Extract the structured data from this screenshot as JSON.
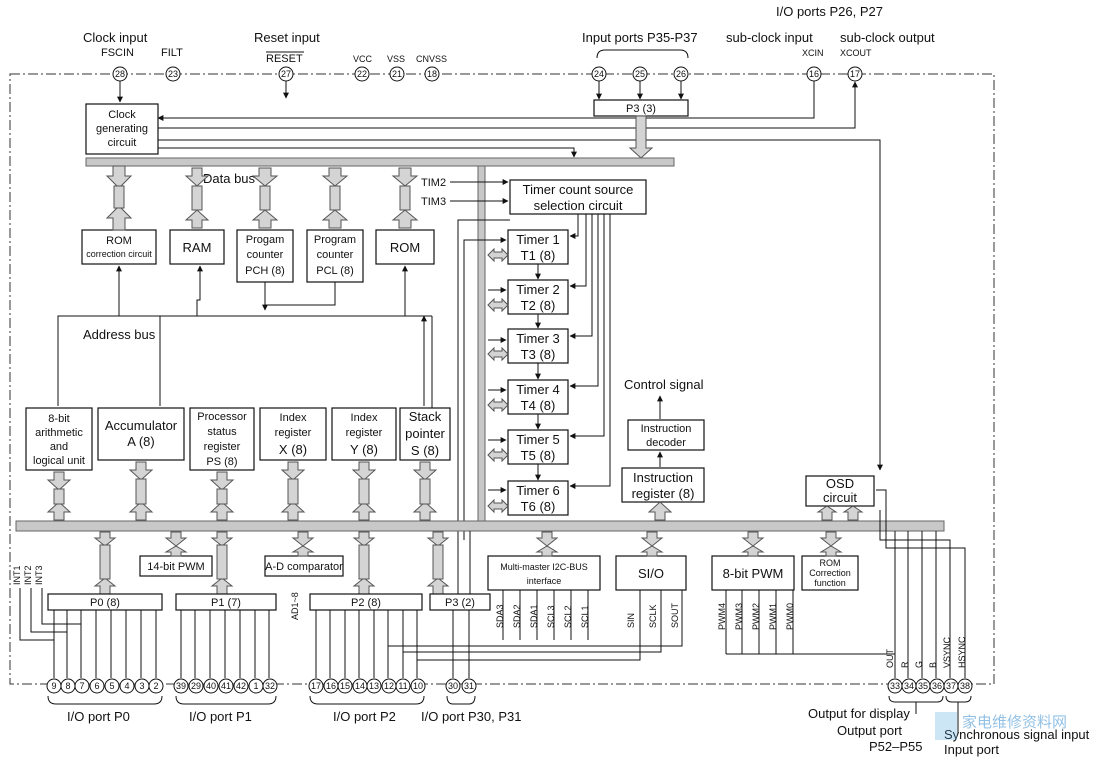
{
  "top_labels": {
    "clock_input": "Clock input",
    "fscin": "FSCIN",
    "filt": "FILT",
    "reset_input": "Reset input",
    "reset": "RESET",
    "vcc": "VCC",
    "vss": "VSS",
    "cnvss": "CNVSS",
    "input_ports": "Input ports P35-P37",
    "sub_clock_input": "sub-clock input",
    "io_ports_p26_p27": "I/O ports P26, P27",
    "sub_clock_output": "sub-clock output",
    "xcin": "XCIN",
    "xcout": "XCOUT"
  },
  "top_pins": {
    "fscin": "28",
    "filt": "23",
    "reset": "27",
    "vcc": "22",
    "vss": "21",
    "cnvss": "18",
    "p35": "24",
    "p36": "25",
    "p37": "26",
    "xcin": "16",
    "xcout": "17"
  },
  "blocks": {
    "clock_gen": [
      "Clock",
      "generating",
      "circuit"
    ],
    "p3_3": "P3 (3)",
    "data_bus": "Data bus",
    "address_bus": "Address bus",
    "rom_corr": [
      "ROM",
      "correction circuit"
    ],
    "ram": "RAM",
    "pch": [
      "Progam",
      "counter",
      "PCH (8)"
    ],
    "pcl": [
      "Program",
      "counter",
      "PCL (8)"
    ],
    "rom": "ROM",
    "tim2": "TIM2",
    "tim3": "TIM3",
    "timer_src": [
      "Timer count source",
      "selection circuit"
    ],
    "timers": [
      [
        "Timer 1",
        "T1 (8)"
      ],
      [
        "Timer 2",
        "T2 (8)"
      ],
      [
        "Timer 3",
        "T3 (8)"
      ],
      [
        "Timer 4",
        "T4 (8)"
      ],
      [
        "Timer 5",
        "T5 (8)"
      ],
      [
        "Timer 6",
        "T6 (8)"
      ]
    ],
    "alu": [
      "8-bit",
      "arithmetic",
      "and",
      "logical unit"
    ],
    "acc": [
      "Accumulator",
      "A (8)"
    ],
    "ps": [
      "Processor",
      "status",
      "register",
      "PS (8)"
    ],
    "x": [
      "Index",
      "register",
      "X (8)"
    ],
    "y": [
      "Index",
      "register",
      "Y (8)"
    ],
    "sp": [
      "Stack",
      "pointer",
      "S (8)"
    ],
    "control_signal": "Control signal",
    "inst_dec": [
      "Instruction",
      "decoder"
    ],
    "inst_reg": [
      "Instruction",
      "register (8)"
    ],
    "osd": [
      "OSD",
      "circuit"
    ],
    "pwm14": "14-bit PWM",
    "adc": "A-D comparator",
    "i2c": [
      "Multi-master I2C-BUS",
      "interface"
    ],
    "sio": "SI/O",
    "pwm8": "8-bit PWM",
    "rom_corr_func": [
      "ROM",
      "Correction",
      "function"
    ],
    "p0": "P0 (8)",
    "p1": "P1 (7)",
    "p2": "P2 (8)",
    "p3_2": "P3 (2)",
    "ad18": "AD1~8"
  },
  "vertical_labels": {
    "int": [
      "INT1",
      "INT2",
      "INT3"
    ],
    "i2c": [
      "SDA3",
      "SDA2",
      "SDA1",
      "SCL3",
      "SCL2",
      "SCL1"
    ],
    "sio": [
      "SIN",
      "SCLK",
      "SOUT"
    ],
    "pwm": [
      "PWM4",
      "PWM3",
      "PWM2",
      "PWM1",
      "PWM0"
    ],
    "osd": [
      "OUT",
      "R",
      "G",
      "B",
      "VSYNC",
      "HSYNC"
    ]
  },
  "bottom_pins": {
    "p0": [
      "9",
      "8",
      "7",
      "6",
      "5",
      "4",
      "3",
      "2"
    ],
    "p1": [
      "39",
      "29",
      "40",
      "41",
      "42",
      "1",
      "32"
    ],
    "p2": [
      "17",
      "16",
      "15",
      "14",
      "13",
      "12",
      "11",
      "10"
    ],
    "p3": [
      "30",
      "31"
    ],
    "out": [
      "33",
      "34",
      "35",
      "36",
      "37",
      "38"
    ]
  },
  "bottom_labels": {
    "p0": "I/O port P0",
    "p1": "I/O port P1",
    "p2": "I/O port P2",
    "p3": "I/O port P30, P31",
    "output_display": "Output for display",
    "output_port": "Output port",
    "p52_p55": "P52–P55",
    "sync_input": "Synchronous signal input",
    "input_port": "Input port"
  },
  "watermark": "家电维修资料网"
}
